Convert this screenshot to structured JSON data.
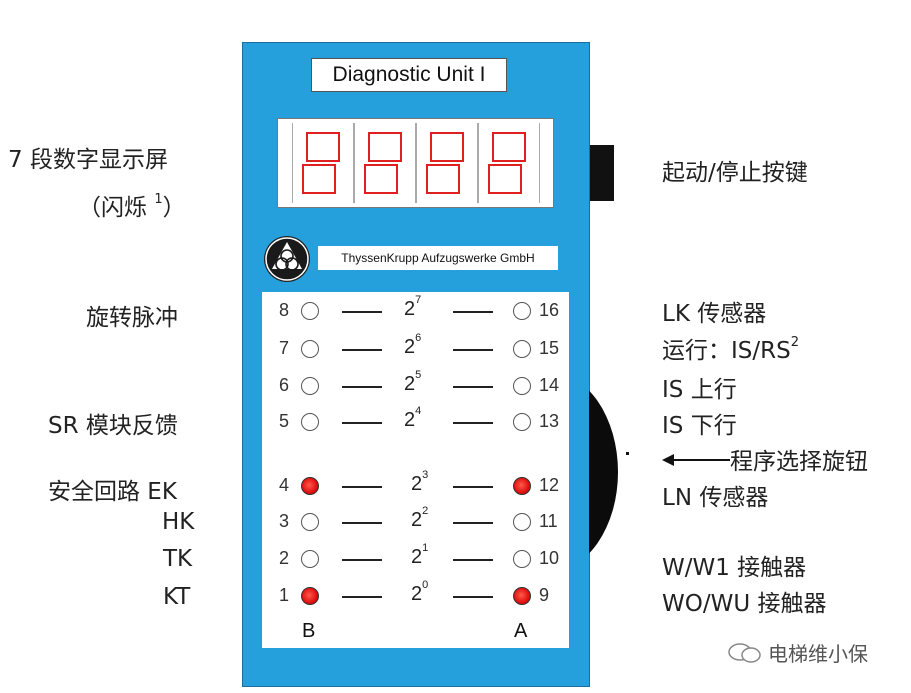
{
  "device": {
    "title": "Diagnostic Unit I",
    "company": "ThyssenKrupp Aufzugswerke GmbH",
    "display_digits": 4
  },
  "panel": {
    "rows": [
      {
        "left_num": "8",
        "left_on": false,
        "power": "2",
        "exp": "7",
        "right_num": "16",
        "right_on": false
      },
      {
        "left_num": "7",
        "left_on": false,
        "power": "2",
        "exp": "6",
        "right_num": "15",
        "right_on": false
      },
      {
        "left_num": "6",
        "left_on": false,
        "power": "2",
        "exp": "5",
        "right_num": "14",
        "right_on": false
      },
      {
        "left_num": "5",
        "left_on": false,
        "power": "2",
        "exp": "4",
        "right_num": "13",
        "right_on": false
      },
      {
        "left_num": "4",
        "left_on": true,
        "power": "2",
        "exp": "3",
        "right_num": "12",
        "right_on": true
      },
      {
        "left_num": "3",
        "left_on": false,
        "power": "2",
        "exp": "2",
        "right_num": "11",
        "right_on": false
      },
      {
        "left_num": "2",
        "left_on": false,
        "power": "2",
        "exp": "1",
        "right_num": "10",
        "right_on": false
      },
      {
        "left_num": "1",
        "left_on": true,
        "power": "2",
        "exp": "0",
        "right_num": "9",
        "right_on": true
      }
    ],
    "col_left": "B",
    "col_right": "A"
  },
  "labels_left": {
    "display": "7 段数字显示屏",
    "blink": "（闪烁 ",
    "blink_sup": "1",
    "blink_end": "）",
    "rotation": "旋转脉冲",
    "sr": "SR 模块反馈",
    "ek": "安全回路 EK",
    "hk": "HK",
    "tk": "TK",
    "kt": "KT"
  },
  "labels_right": {
    "start_stop": "起动/停止按键",
    "lk": "LK 传感器",
    "run": "运行：IS/RS",
    "run_sup": "2",
    "is_up": "IS 上行",
    "is_down": "IS 下行",
    "knob": "程序选择旋钮",
    "ln": "LN 传感器",
    "w": "W/W1 接触器",
    "wo": "WO/WU 接触器"
  },
  "watermark": "电梯维小保",
  "colors": {
    "body": "#26a0dc",
    "led_on": "#e01010",
    "segment": "#e02020"
  }
}
